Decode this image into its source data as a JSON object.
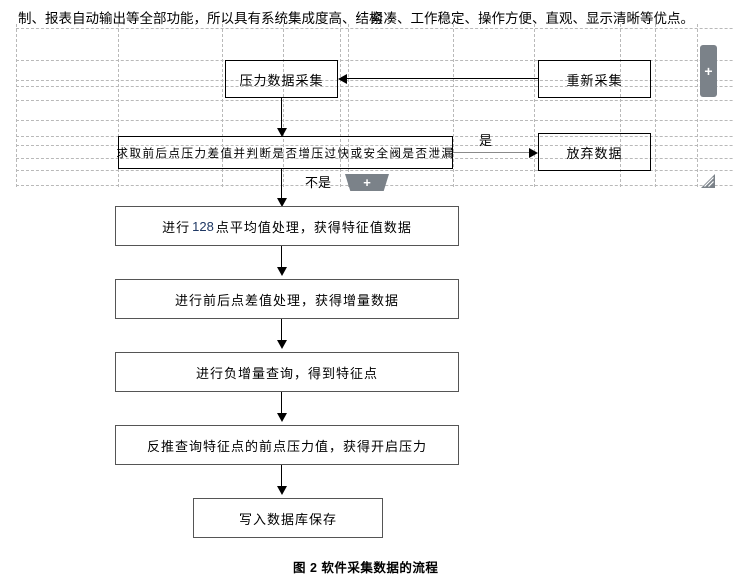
{
  "document": {
    "body_text_left": "制、报表自动输出等全部功能，所以具有系统集成度高、结构",
    "body_text_right": "紧凑、工作稳定、操作方便、直观、显示清晰等优点。",
    "caption": "图 2 软件采集数据的流程"
  },
  "flowchart": {
    "nodes": {
      "acquire": "压力数据采集",
      "recollect": "重新采集",
      "decision": "求取前后点压力差值并判断是否增压过快或安全阀是否泄漏",
      "discard": "放弃数据",
      "average_prefix": "进行",
      "average_number": "128",
      "average_suffix": "点平均值处理，获得特征值数据",
      "difference": "进行前后点差值处理，获得增量数据",
      "negative_query": "进行负增量查询，得到特征点",
      "backtrack": "反推查询特征点的前点压力值，获得开启压力",
      "save_db": "写入数据库保存"
    },
    "edge_labels": {
      "yes": "是",
      "no": "不是"
    }
  },
  "widgets": {
    "add_row_plus": "+",
    "side_add_plus": "+"
  },
  "colors": {
    "grid_dash": "#b9b9b9",
    "box_border": "#000000",
    "widget_grey": "#7b8289",
    "number_blue": "#1f3864"
  }
}
